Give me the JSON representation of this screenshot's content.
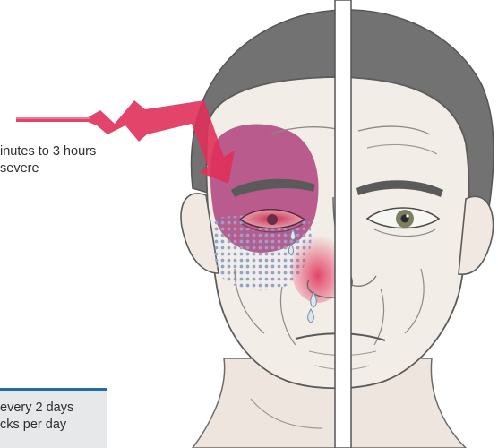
{
  "callout_top": {
    "line1": "inutes to 3 hours",
    "line2": "severe"
  },
  "callout_bottom": {
    "line1": "every 2 days",
    "line2": "cks per day"
  },
  "colors": {
    "pain_zone": "#a4236b",
    "pain_zone_light": "#d47aa8",
    "lightning": "#e0305a",
    "skin": "#f2ece6",
    "hair": "#707070",
    "info_box_border": "#1f6fa6",
    "info_box_bg": "#e7e8ea",
    "divider": "#ffffff"
  }
}
